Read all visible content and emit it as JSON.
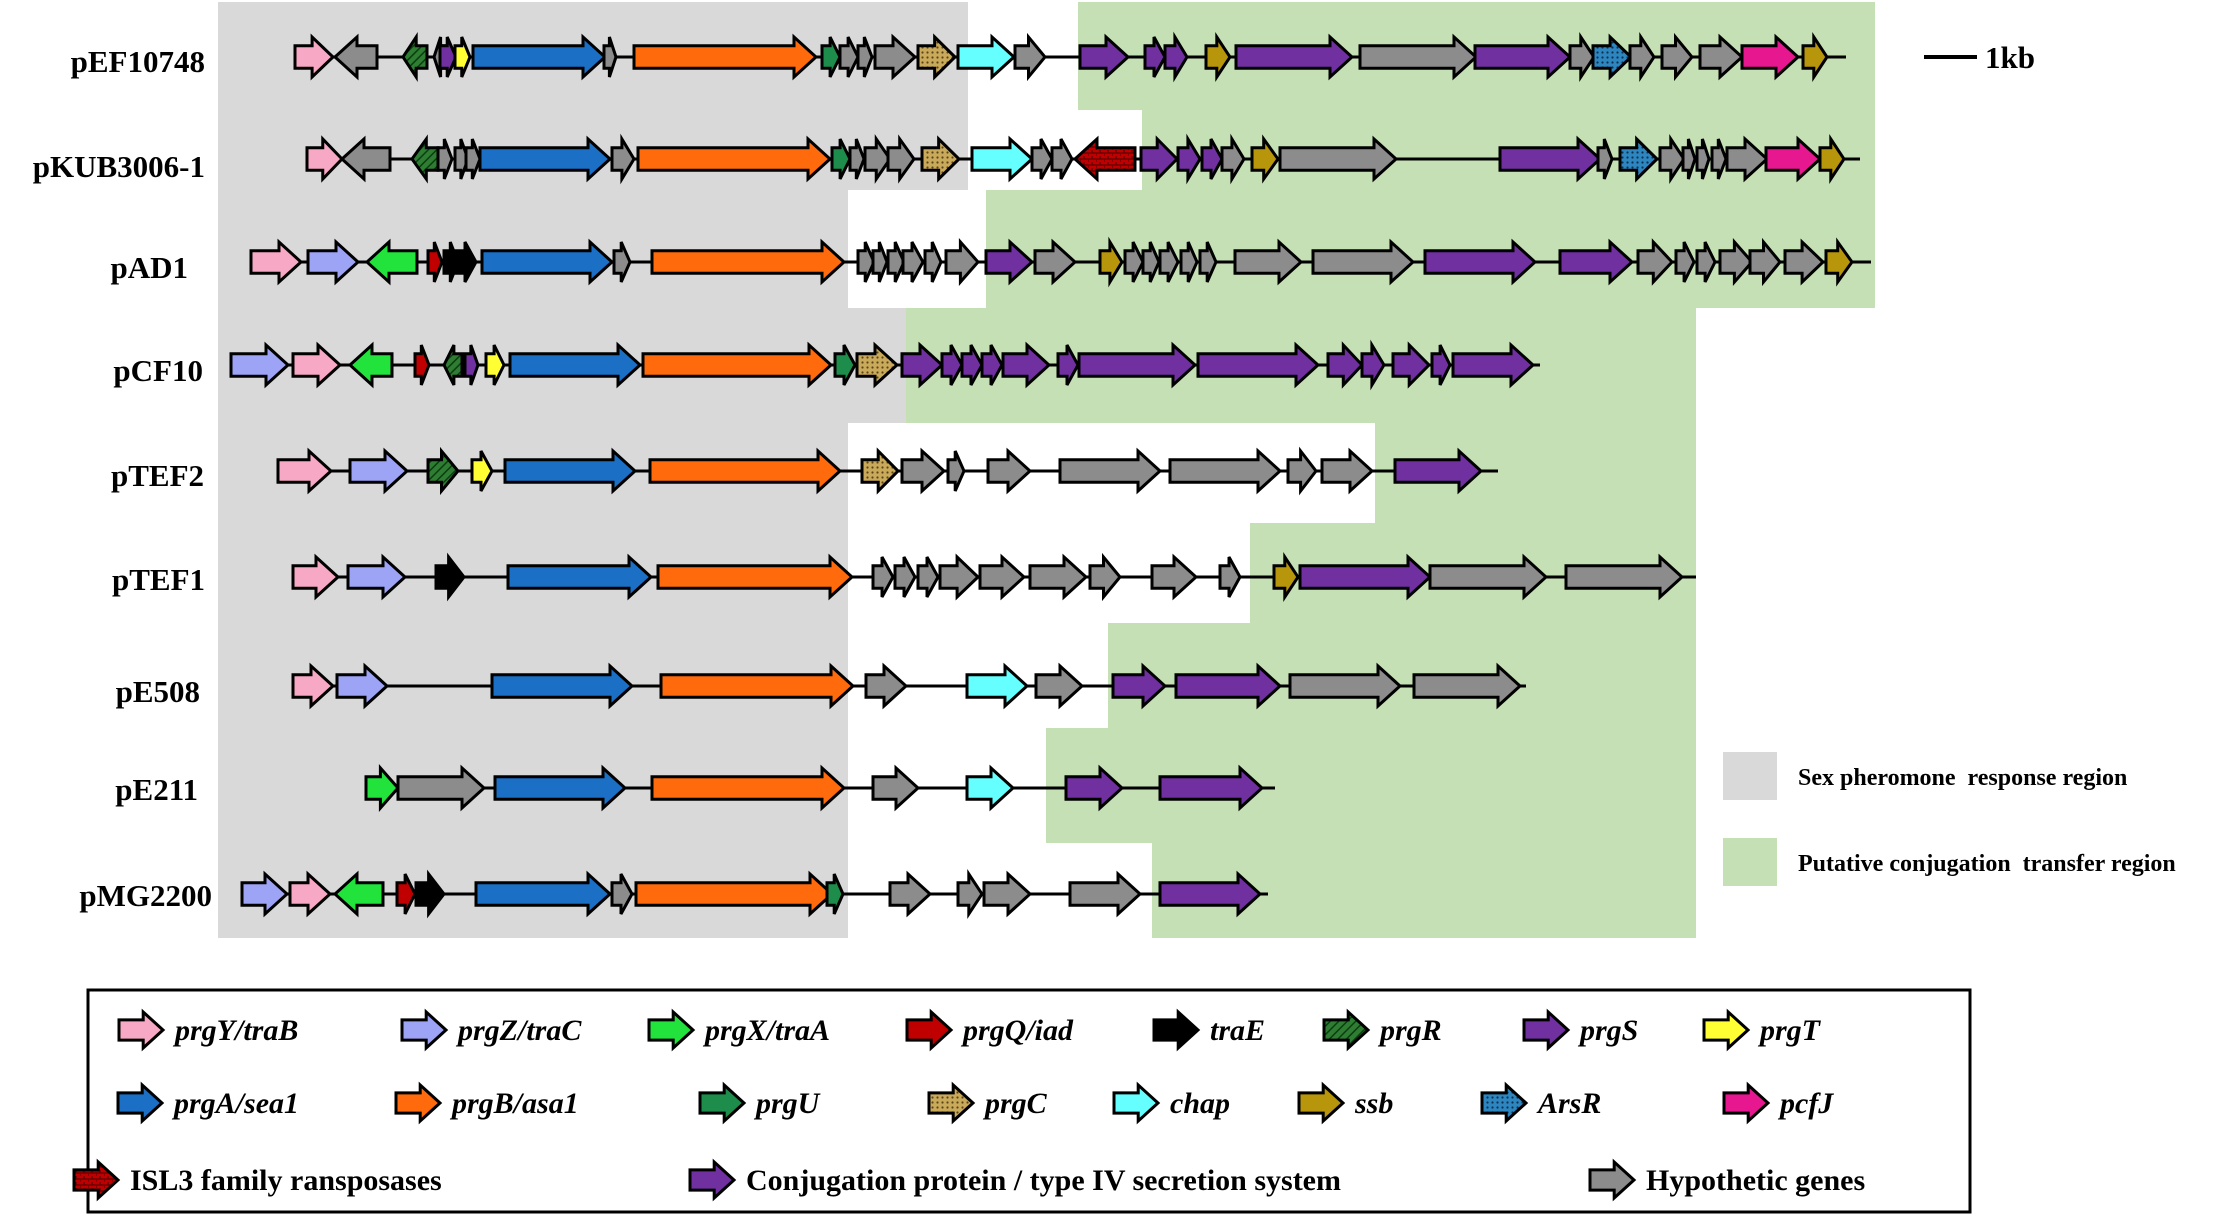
{
  "scale_bar_label": "1kb",
  "colors": {
    "sex_region": "#d9d9d9",
    "conj_region": "#c5e0b4",
    "pink": "#f7a8c4",
    "lavender": "#9da3f5",
    "green": "#21e33b",
    "red": "#c00000",
    "black": "#000000",
    "darkgreen": "#2e7d32",
    "purple": "#7030a0",
    "yellow": "#ffff33",
    "blue": "#1b6fc4",
    "orange": "#ff6a0d",
    "teal": "#1e8c4a",
    "tan": "#c9a95a",
    "cyan": "#66ffff",
    "olive": "#b8960b",
    "arsr": "#2e86c1",
    "magenta": "#e6178f",
    "gray": "#8c8c8c"
  },
  "plasmids": [
    {
      "name": "pEF10748"
    },
    {
      "name": "pKUB3006-1"
    },
    {
      "name": "pAD1"
    },
    {
      "name": "pCF10"
    },
    {
      "name": "pTEF2"
    },
    {
      "name": "pTEF1"
    },
    {
      "name": "pE508"
    },
    {
      "name": "pE211"
    },
    {
      "name": "pMG2200"
    }
  ],
  "region_legend": [
    {
      "label": "Sex pheromone  response region",
      "color": "sex_region"
    },
    {
      "label": "Putative conjugation  transfer region",
      "color": "conj_region"
    }
  ],
  "gene_legend": [
    {
      "label": "prgY/traB",
      "color": "pink",
      "pattern": "solid",
      "italic": true
    },
    {
      "label": "prgZ/traC",
      "color": "lavender",
      "pattern": "solid",
      "italic": true
    },
    {
      "label": "prgX/traA",
      "color": "green",
      "pattern": "solid",
      "italic": true
    },
    {
      "label": "prgQ/iad",
      "color": "red",
      "pattern": "solid",
      "italic": true
    },
    {
      "label": "traE",
      "color": "black",
      "pattern": "solid",
      "italic": true
    },
    {
      "label": "prgR",
      "color": "darkgreen",
      "pattern": "hatch",
      "italic": true
    },
    {
      "label": "prgS",
      "color": "purple",
      "pattern": "solid",
      "italic": true
    },
    {
      "label": "prgT",
      "color": "yellow",
      "pattern": "solid",
      "italic": true
    },
    {
      "label": "prgA/sea1",
      "color": "blue",
      "pattern": "solid",
      "italic": true
    },
    {
      "label": "prgB/asa1",
      "color": "orange",
      "pattern": "solid",
      "italic": true
    },
    {
      "label": "prgU",
      "color": "teal",
      "pattern": "solid",
      "italic": true
    },
    {
      "label": "prgC",
      "color": "tan",
      "pattern": "dots",
      "italic": true
    },
    {
      "label": "chap",
      "color": "cyan",
      "pattern": "solid",
      "italic": true
    },
    {
      "label": "ssb",
      "color": "olive",
      "pattern": "solid",
      "italic": true
    },
    {
      "label": "ArsR",
      "color": "arsr",
      "pattern": "dots",
      "italic": true
    },
    {
      "label": "pcfJ",
      "color": "magenta",
      "pattern": "solid",
      "italic": true
    },
    {
      "label": "ISL3 family ransposases",
      "color": "red",
      "pattern": "brick",
      "italic": false
    },
    {
      "label": "Conjugation protein / type IV secretion system",
      "color": "purple",
      "pattern": "solid",
      "italic": false
    },
    {
      "label": "Hypothetic genes",
      "color": "gray",
      "pattern": "solid",
      "italic": false
    }
  ]
}
